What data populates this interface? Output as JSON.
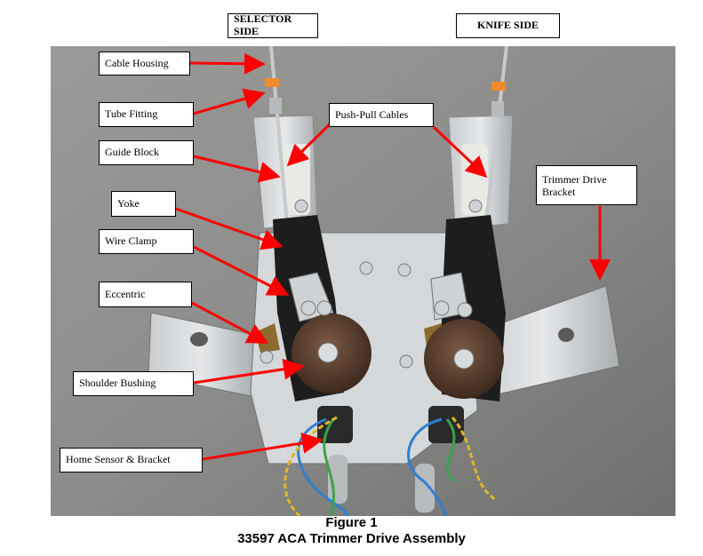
{
  "headers": {
    "selector_side": "SELECTOR SIDE",
    "knife_side": "KNIFE SIDE"
  },
  "callouts": {
    "cable_housing": "Cable Housing",
    "tube_fitting": "Tube Fitting",
    "guide_block": "Guide Block",
    "yoke": "Yoke",
    "wire_clamp": "Wire Clamp",
    "eccentric": "Eccentric",
    "shoulder_bushing": "Shoulder Bushing",
    "home_sensor_bracket": "Home Sensor & Bracket",
    "push_pull_cables": "Push-Pull Cables",
    "trimmer_drive_bracket_line1": "Trimmer Drive",
    "trimmer_drive_bracket_line2": "Bracket"
  },
  "caption": {
    "figure": "Figure 1",
    "title": "33597 ACA Trimmer Drive Assembly"
  },
  "colors": {
    "arrow": "#ff0000",
    "photo_background": "#8a8a88"
  }
}
